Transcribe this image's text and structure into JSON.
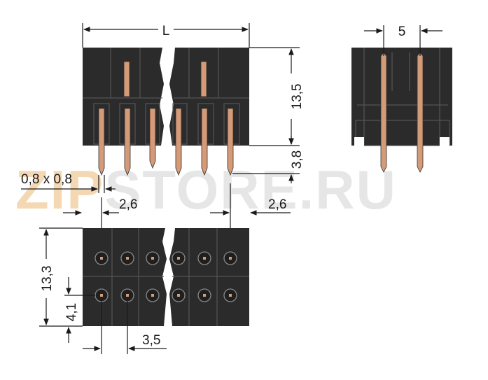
{
  "watermark": {
    "prefix": "ZIP",
    "suffix": "STORE.RU",
    "prefix_color": "#f2d2a6",
    "suffix_color": "#e2e2e2"
  },
  "colors": {
    "body": "#2b2b2b",
    "pin": "#d59a78",
    "line": "#1a1a1a"
  },
  "dimensions": {
    "length": "L",
    "pitch_side": "5",
    "height_body": "13,5",
    "pin_length": "3,8",
    "pin_section": "0,8 x 0,8",
    "edge_left": "2,6",
    "edge_right": "2,6",
    "depth_bottom": "13,3",
    "row_offset": "4,1",
    "pitch_bottom": "3,5"
  }
}
